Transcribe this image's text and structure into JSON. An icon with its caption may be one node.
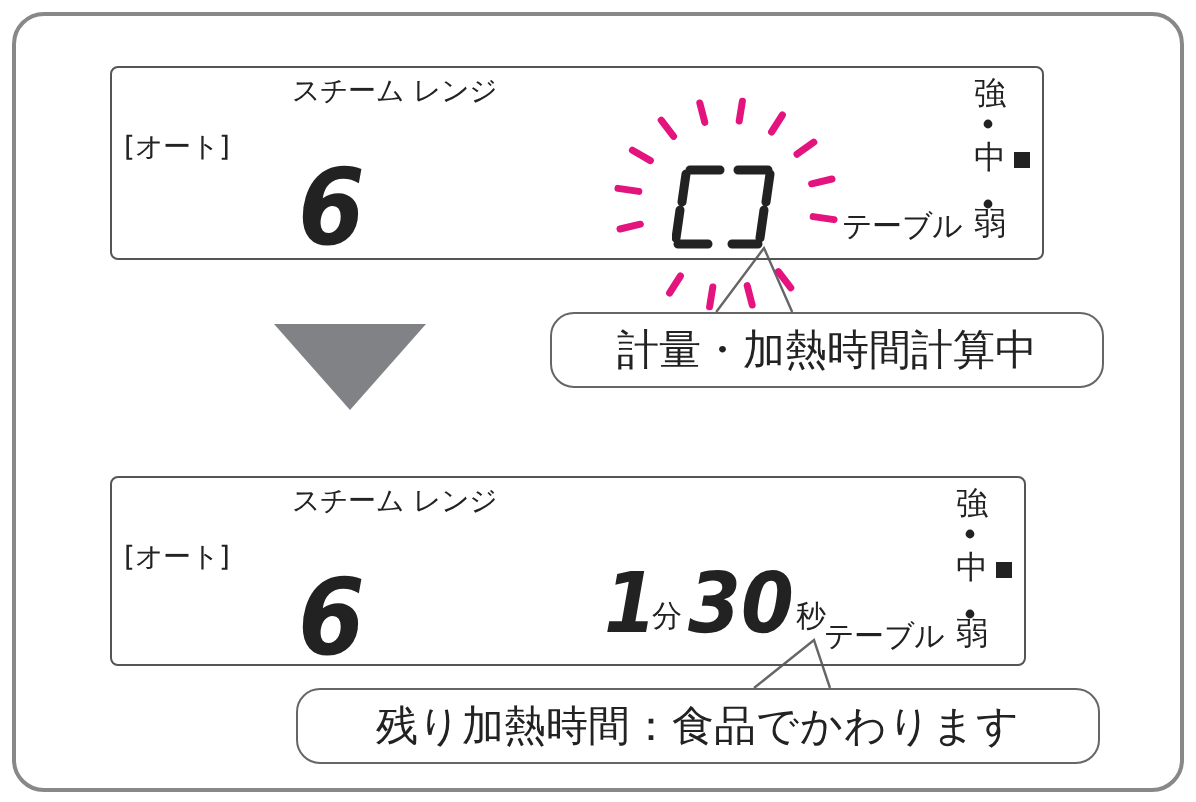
{
  "diagram": {
    "nodes": [
      {
        "text": [
          "スチーム レンジ",
          "[オート]",
          "6",
          "強",
          "中",
          "テーブル",
          "弱"
        ]
      },
      {
        "text": [],
        "shape": "box",
        "in": 0
      },
      {
        "text": [
          "計量・加熱時間計算中"
        ]
      },
      {
        "text": [
          "スチーム レンジ",
          "[オート]",
          "6",
          "強",
          "中",
          "テーブル",
          "弱"
        ]
      },
      {
        "text": [
          "1",
          "分",
          "30",
          "秒"
        ],
        "in": 3
      },
      {
        "text": [
          "残り加熱時間：食品でかわります"
        ]
      }
    ],
    "edges": [
      {
        "from": 0,
        "to": 3,
        "arrow": "to"
      },
      {
        "from": 2,
        "to": 1,
        "arrow": "none"
      },
      {
        "from": 5,
        "to": 4,
        "arrow": "none"
      }
    ]
  }
}
